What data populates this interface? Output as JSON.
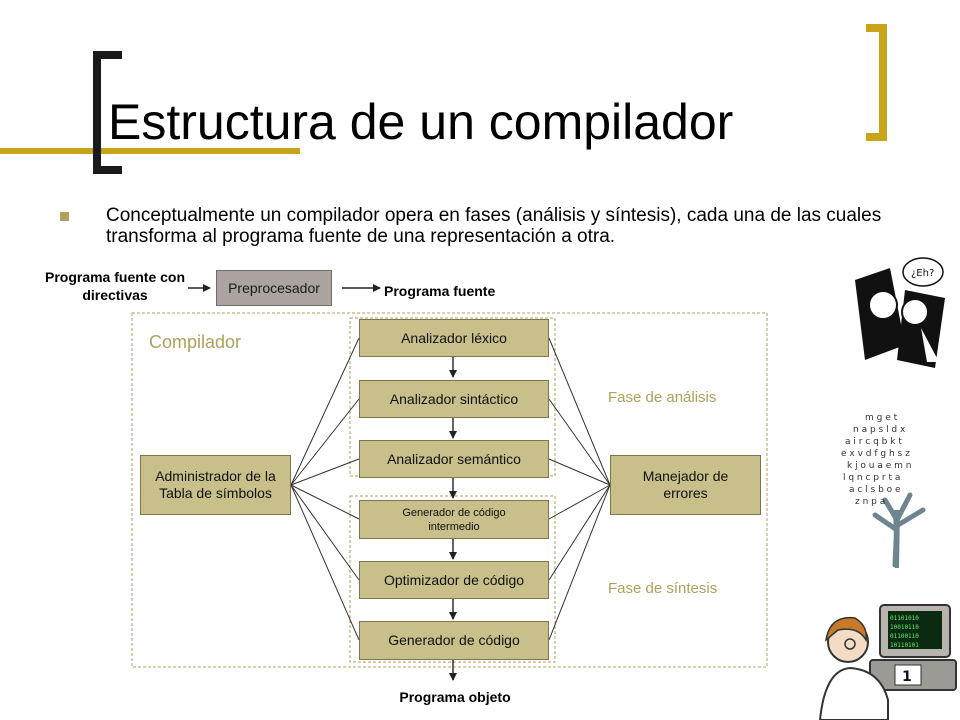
{
  "slide": {
    "title": "Estructura de un compilador",
    "bullet": "Conceptualmente un compilador opera en fases (análisis y síntesis), cada una de las cuales transforma al programa fuente de una representación a otra."
  },
  "diagram": {
    "input_label": "Programa fuente con directivas",
    "preprocessor": "Preprocesador",
    "source_label": "Programa fuente",
    "compiler_label": "Compilador",
    "phases": {
      "lexical": "Analizador léxico",
      "syntactic": "Analizador sintáctico",
      "semantic": "Analizador semántico",
      "intermediate": "Generador de código intermedio",
      "optimizer": "Optimizador de código",
      "generator": "Generador de código"
    },
    "symbol_table": "Administrador de la Tabla de símbolos",
    "error_handler": "Manejador de errores",
    "analysis_phase": "Fase de análisis",
    "synthesis_phase": "Fase de síntesis",
    "output_label": "Programa objeto"
  },
  "colors": {
    "accent": "#c9a318",
    "box_fill": "#c8bf8a",
    "preprocessor_fill": "#aaa39f",
    "olive_text": "#b0a15a"
  }
}
